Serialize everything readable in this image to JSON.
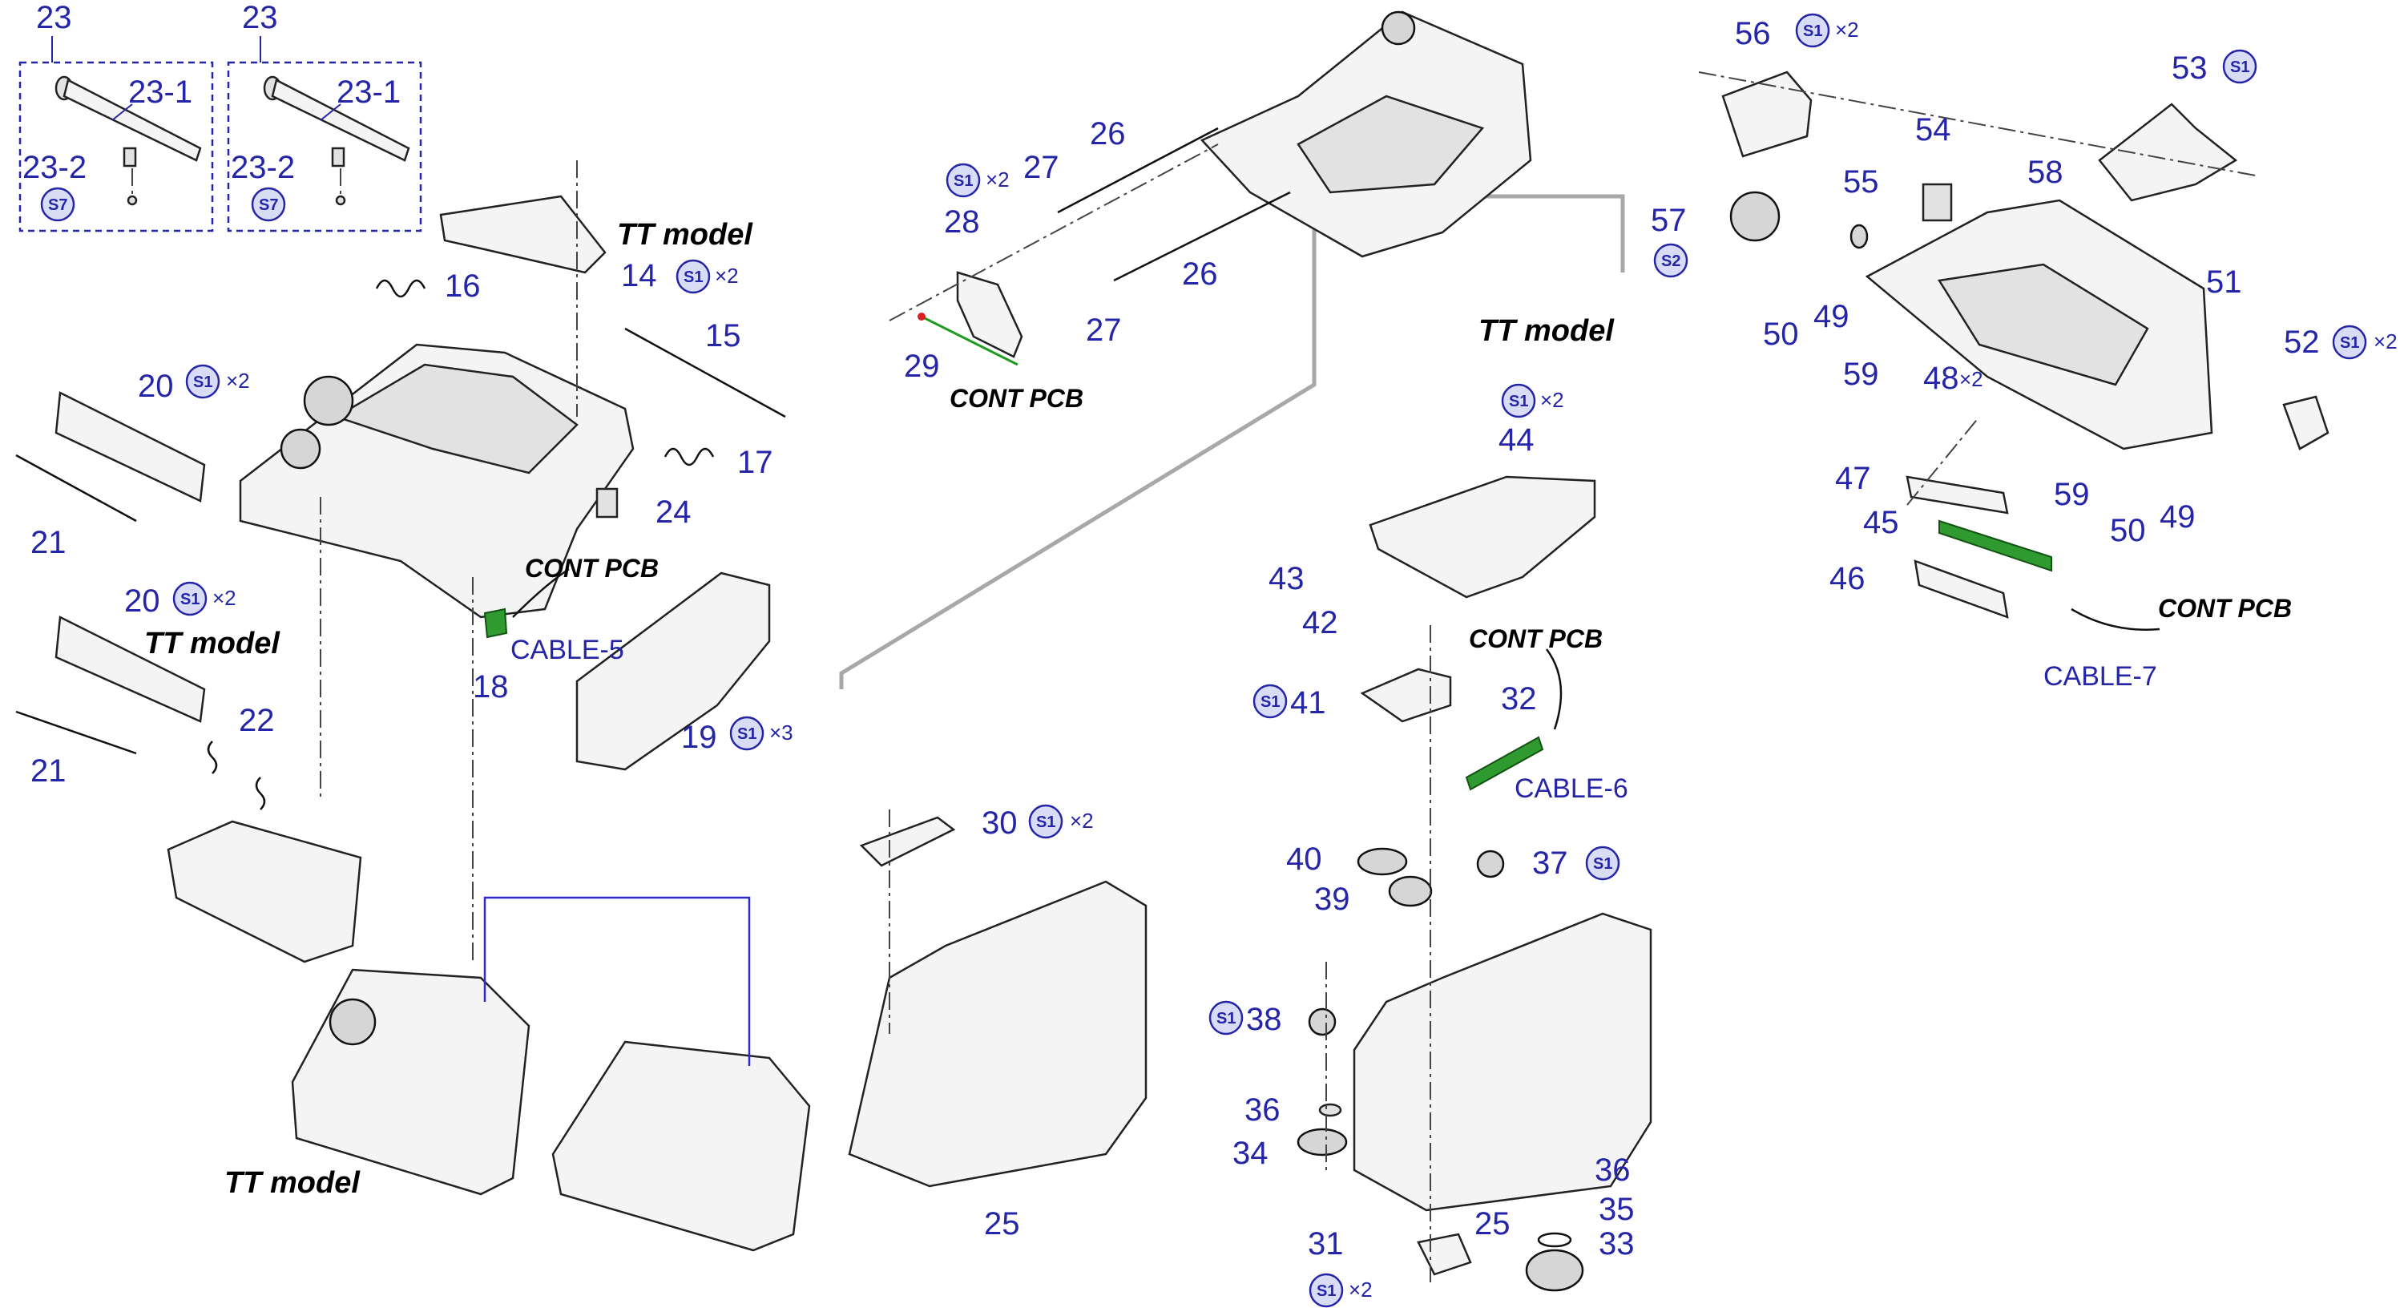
{
  "labels": {
    "p23a": "23",
    "p23b": "23",
    "p23_1a": "23-1",
    "p23_1b": "23-1",
    "p23_2a": "23-2",
    "p23_2b": "23-2",
    "p14": "14",
    "p15": "15",
    "p16": "16",
    "p17": "17",
    "p18": "18",
    "p19": "19",
    "p20a": "20",
    "p20b": "20",
    "p21a": "21",
    "p21b": "21",
    "p22": "22",
    "p24": "24",
    "p25a": "25",
    "p25b": "25",
    "p26a": "26",
    "p26b": "26",
    "p27a": "27",
    "p27b": "27",
    "p28": "28",
    "p29": "29",
    "p30": "30",
    "p31": "31",
    "p32": "32",
    "p33": "33",
    "p34": "34",
    "p35": "35",
    "p36a": "36",
    "p36b": "36",
    "p37": "37",
    "p38": "38",
    "p39": "39",
    "p40": "40",
    "p41": "41",
    "p42": "42",
    "p43": "43",
    "p44": "44",
    "p45": "45",
    "p46": "46",
    "p47": "47",
    "p48": "48",
    "p49a": "49",
    "p49b": "49",
    "p50a": "50",
    "p50b": "50",
    "p51": "51",
    "p52": "52",
    "p53": "53",
    "p54": "54",
    "p55": "55",
    "p56": "56",
    "p57": "57",
    "p58": "58",
    "p59a": "59",
    "p59b": "59"
  },
  "screw_codes": {
    "s1": "S1",
    "s2": "S2",
    "s7": "S7"
  },
  "quantities": {
    "x2": "×2",
    "x3": "×3"
  },
  "notes": {
    "tt_model": "TT model",
    "cont_pcb": "CONT PCB"
  },
  "cables": {
    "c5": "CABLE-5",
    "c6": "CABLE-6",
    "c7": "CABLE-7"
  },
  "colors": {
    "label_blue": "#2525a8",
    "harness_green": "#2f9a2f",
    "badge_fill": "#d9dcf5"
  }
}
